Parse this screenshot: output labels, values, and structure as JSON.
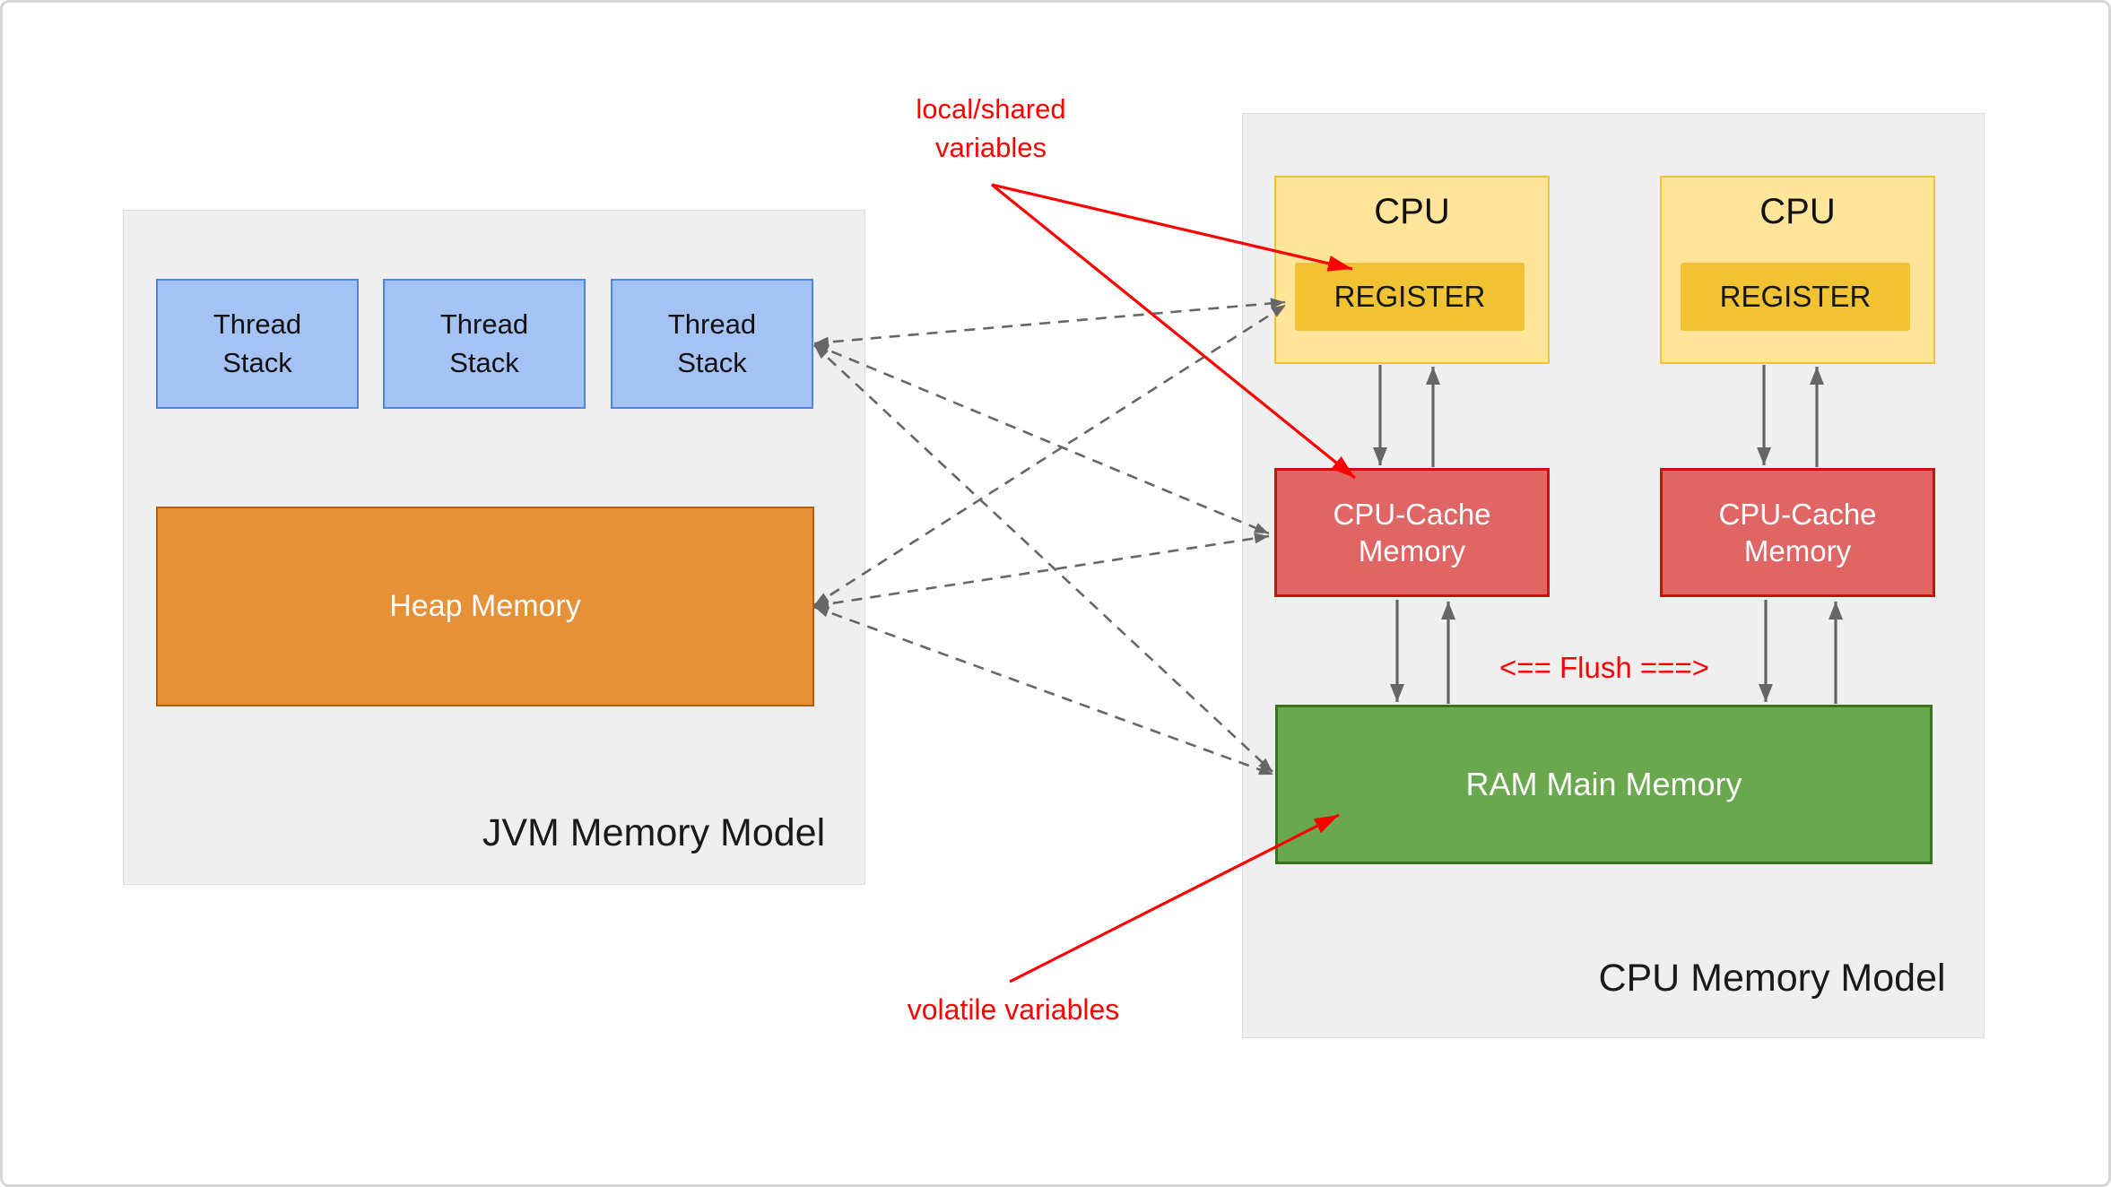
{
  "jvm_panel": {
    "title": "JVM Memory Model"
  },
  "cpu_panel": {
    "title": "CPU Memory Model"
  },
  "thread_stacks": [
    {
      "label": "Thread Stack"
    },
    {
      "label": "Thread Stack"
    },
    {
      "label": "Thread Stack"
    }
  ],
  "heap": {
    "label": "Heap Memory"
  },
  "cpus": [
    {
      "label": "CPU",
      "register_label": "REGISTER"
    },
    {
      "label": "CPU",
      "register_label": "REGISTER"
    }
  ],
  "caches": [
    {
      "label": "CPU-Cache Memory"
    },
    {
      "label": "CPU-Cache Memory"
    }
  ],
  "ram": {
    "label": "RAM Main Memory"
  },
  "annotations": {
    "local_shared_variables": "local/shared variables",
    "volatile_variables": "volatile variables",
    "flush": "<== Flush ===>"
  },
  "colors": {
    "panel_bg": "#efefef",
    "stack_fill": "#a4c2f4",
    "stack_border": "#4a86e8",
    "heap_fill": "#e69138",
    "heap_border": "#b45f06",
    "cpu_fill": "#ffe599",
    "cpu_border": "#f1c232",
    "register_fill": "#f1c232",
    "cache_fill": "#e06666",
    "cache_border": "#cc1010",
    "ram_fill": "#6aa84f",
    "ram_border": "#38761d",
    "annotation_red": "#ff0000",
    "connector_gray": "#666666"
  }
}
